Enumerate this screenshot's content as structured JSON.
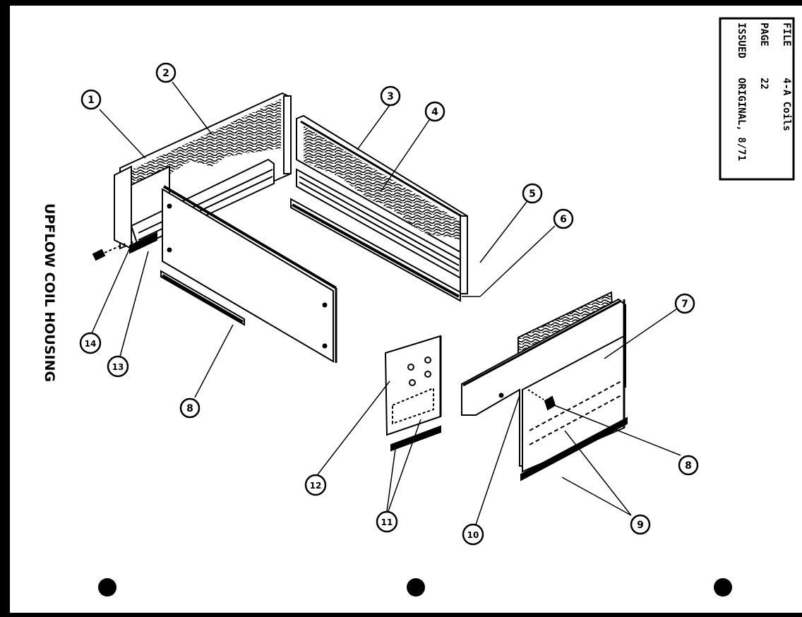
{
  "title_block": {
    "file_label": "FILE",
    "file_value": "4-A Coils",
    "page_label": "PAGE",
    "page_value": "22",
    "issued_label": "ISSUED",
    "issued_value": "ORIGINAL, 8/71"
  },
  "diagram_title": "UPFLOW COIL HOUSING",
  "callouts": [
    {
      "id": "c1",
      "label": "1"
    },
    {
      "id": "c2",
      "label": "2"
    },
    {
      "id": "c3",
      "label": "3"
    },
    {
      "id": "c4",
      "label": "4"
    },
    {
      "id": "c5",
      "label": "5"
    },
    {
      "id": "c6a",
      "label": "6"
    },
    {
      "id": "c7",
      "label": "7"
    },
    {
      "id": "c8a",
      "label": "8"
    },
    {
      "id": "c8b",
      "label": "8"
    },
    {
      "id": "c9",
      "label": "9"
    },
    {
      "id": "c10",
      "label": "10"
    },
    {
      "id": "c11",
      "label": "11"
    },
    {
      "id": "c12",
      "label": "12"
    },
    {
      "id": "c13",
      "label": "13"
    },
    {
      "id": "c14",
      "label": "14"
    }
  ],
  "colors": {
    "paper": "#ffffff",
    "ink": "#000000",
    "frame": "#000000"
  }
}
